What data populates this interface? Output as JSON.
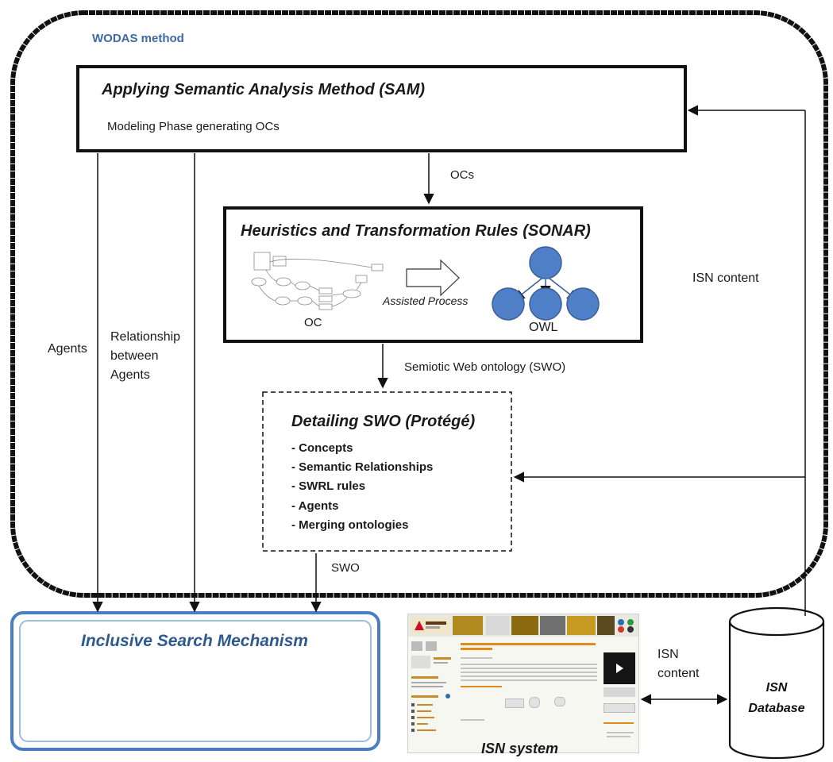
{
  "method_label": "WODAS method",
  "sam": {
    "title": "Applying Semantic Analysis Method (SAM)",
    "subtitle": "Modeling Phase generating OCs"
  },
  "sonar": {
    "title": "Heuristics and Transformation Rules (SONAR)",
    "oc_label": "OC",
    "process_label": "Assisted Process",
    "owl_label": "OWL"
  },
  "swo": {
    "title": "Detailing SWO (Protégé)",
    "items": [
      "- Concepts",
      "- Semantic Relationships",
      "- SWRL rules",
      "- Agents",
      "- Merging ontologies"
    ]
  },
  "edge_labels": {
    "ocs": "OCs",
    "swo_semiotic": "Semiotic Web ontology (SWO)",
    "swo": "SWO",
    "agents": "Agents",
    "relationship": [
      "Relationship",
      "between",
      "Agents"
    ],
    "isn_content_top": "ISN content",
    "isn_content_bottom": [
      "ISN",
      "content"
    ]
  },
  "ism": {
    "title": "Inclusive Search Mechanism"
  },
  "isn_system": {
    "caption": "ISN system"
  },
  "database": {
    "label": [
      "ISN",
      "Database"
    ]
  },
  "colors": {
    "ism_border": "#4a7ec2",
    "ism_text": "#2e5a8f",
    "method_label": "#3d6aa5",
    "owl_node_fill": "#4f7fc6",
    "owl_node_stroke": "#3a5f95"
  }
}
